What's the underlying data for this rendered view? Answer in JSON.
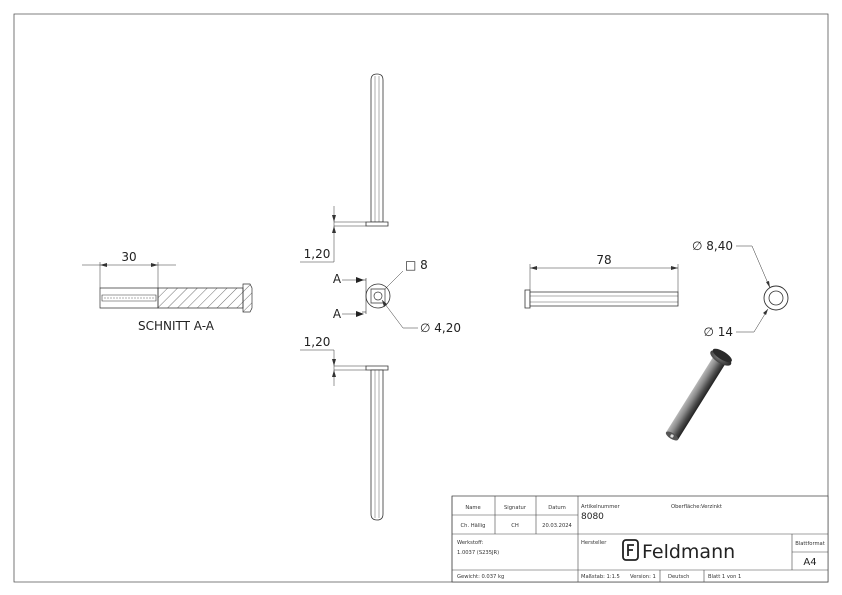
{
  "drawing": {
    "dims": {
      "section_length": "30",
      "section_label": "SCHNITT A-A",
      "offset_top": "1,20",
      "offset_bottom": "1,20",
      "square_size": "□ 8",
      "bore_dia": "∅ 4,20",
      "cut_marker": "A",
      "total_length": "78",
      "inner_dia": "∅ 8,40",
      "outer_dia": "∅ 14"
    }
  },
  "title_block": {
    "headers": {
      "name": "Name",
      "signature": "Signatur",
      "date": "Datum"
    },
    "row": {
      "name": "Ch. Hällig",
      "signature": "CH",
      "date": "20.03.2024"
    },
    "article_label": "Artikelnummer",
    "article_value": "8080",
    "surface_label": "Oberfläche:",
    "surface_value": "Verzinkt",
    "material_label": "Werkstoff:",
    "material_value": "1.0037 (S235JR)",
    "maker_label": "Hersteller",
    "logo_text": "Feldmann",
    "format_label": "Blattformat",
    "format_value": "A4",
    "weight": "Gewicht: 0.037 kg",
    "scale": "Maßstab: 1:1.5",
    "version": "Version: 1",
    "language": "Deutsch",
    "sheet": "Blatt 1 von 1"
  }
}
